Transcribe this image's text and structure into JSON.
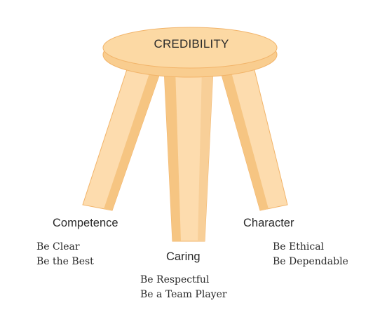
{
  "seat": {
    "label": "CREDIBILITY"
  },
  "pillars": [
    {
      "label": "Competence",
      "items": [
        "Be Clear",
        "Be the Best"
      ]
    },
    {
      "label": "Caring",
      "items": [
        "Be Respectful",
        "Be a Team Player"
      ]
    },
    {
      "label": "Character",
      "items": [
        "Be Ethical",
        "Be Dependable"
      ]
    }
  ],
  "colors": {
    "seat_top": "#fcd9a4",
    "seat_rim": "#f9cd8f",
    "leg_light": "#fddcae",
    "leg_shade": "#f6c582",
    "outline": "#f2b46a",
    "text": "#2a2a2a"
  }
}
